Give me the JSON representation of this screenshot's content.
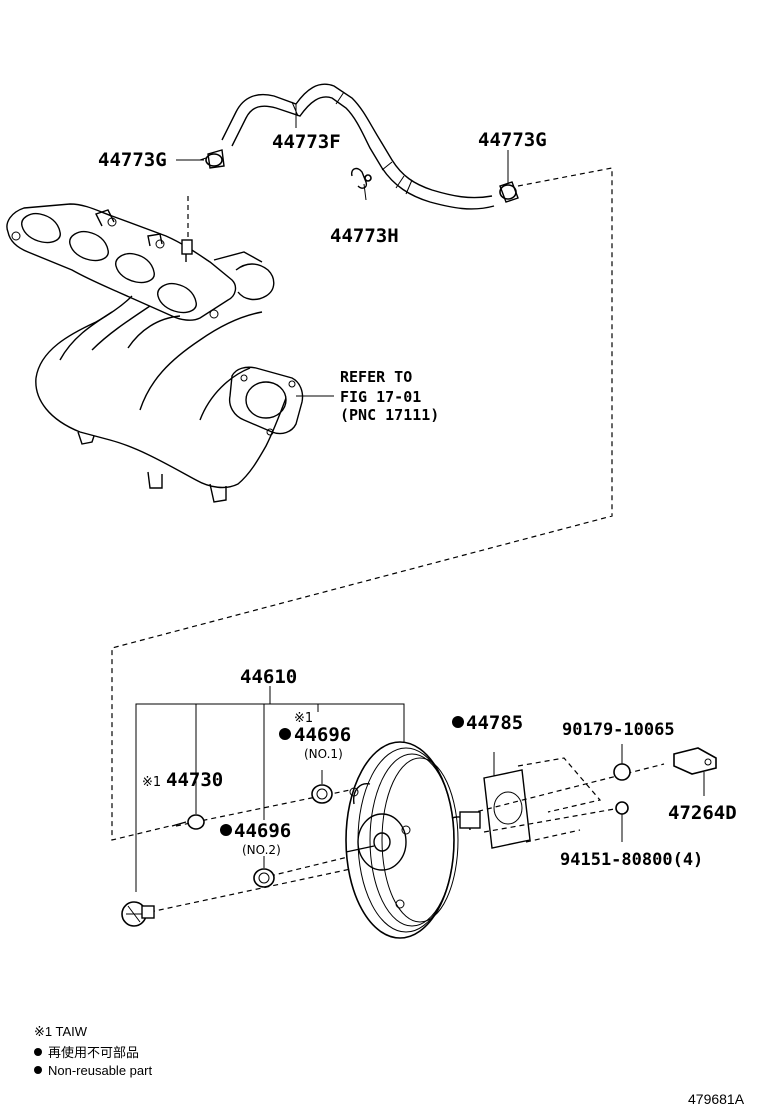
{
  "labels": {
    "hose": "44773F",
    "clamp_left": "44773G",
    "clamp_right": "44773G",
    "clip": "44773H",
    "refer_line1": "REFER TO",
    "refer_line2": "FIG 17-01",
    "refer_line3": "(PNC 17111)",
    "booster_assy": "44610",
    "check_valve": "44730",
    "check_valve_mark": "※1",
    "grommet1": "44696",
    "grommet1_mark": "※1",
    "grommet1_sub": "(NO.1)",
    "grommet2": "44696",
    "grommet2_sub": "(NO.2)",
    "gasket": "44785",
    "nut_top": "90179-10065",
    "clevis": "47264D",
    "nut_bottom": "94151-80800(4)"
  },
  "legend": {
    "note1": "※1 TAIW",
    "note2": "再使用不可部品",
    "note3": "Non-reusable part"
  },
  "figure_id": "479681A"
}
